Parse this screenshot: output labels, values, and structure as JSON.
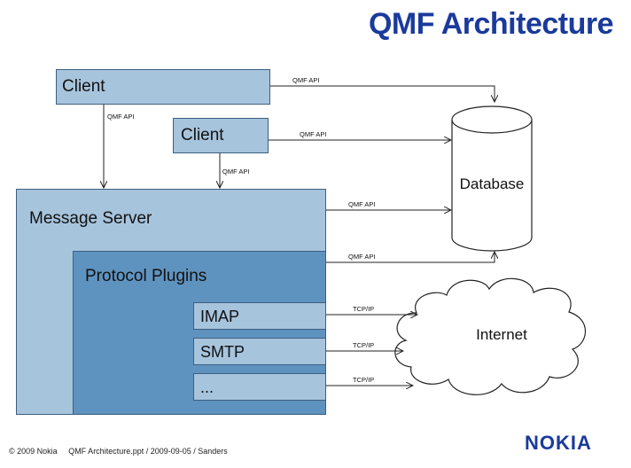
{
  "title": "QMF Architecture",
  "nodes": {
    "client1": "Client",
    "client2": "Client",
    "message_server": "Message Server",
    "protocol_plugins": "Protocol Plugins",
    "imap": "IMAP",
    "smtp": "SMTP",
    "more": "...",
    "database": "Database",
    "internet": "Internet"
  },
  "edges": {
    "client1_to_server": "QMF API",
    "client1_to_database": "QMF API",
    "client2_to_server": "QMF API",
    "client2_to_database": "QMF API",
    "server_to_database": "QMF API",
    "plugins_to_database": "QMF API",
    "imap_to_internet": "TCP/IP",
    "smtp_to_internet": "TCP/IP",
    "more_to_internet": "TCP/IP"
  },
  "footer": {
    "copyright": "© 2009 Nokia",
    "file_info": "QMF Architecture.ppt / 2009-09-05 / Sanders"
  },
  "logo": "NOKIA",
  "colors": {
    "title": "#1a3a9c",
    "box_light": "#a7c4dd",
    "box_dark": "#5f93bf"
  }
}
